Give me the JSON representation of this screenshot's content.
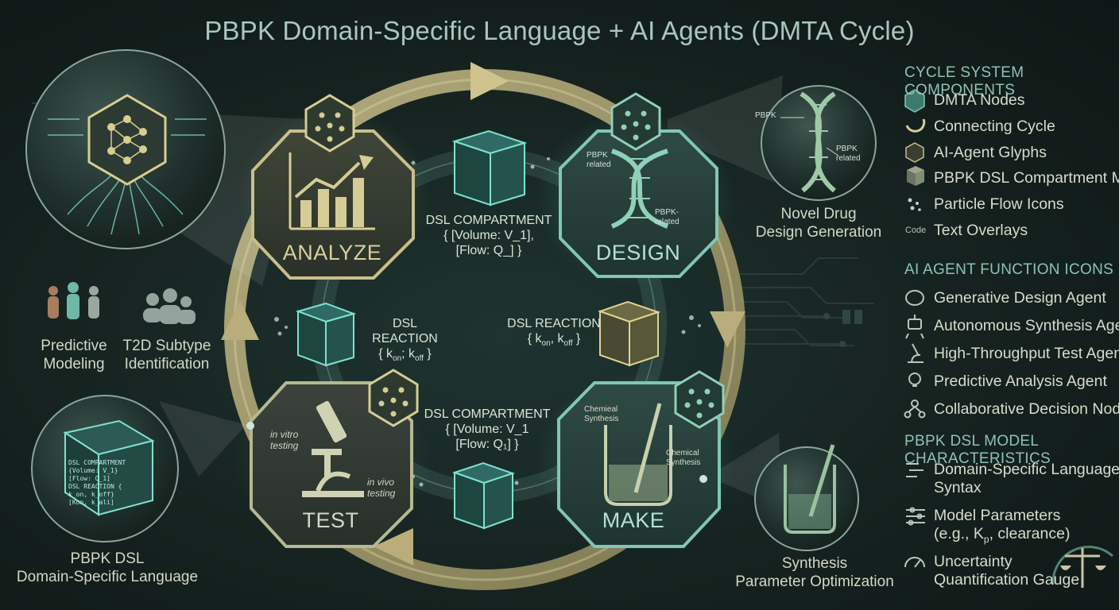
{
  "title": "PBPK Domain-Specific Language + AI Agents (DMTA Cycle)",
  "nodes": {
    "analyze": "ANALYZE",
    "design": "DESIGN",
    "test": "TEST",
    "make": "MAKE"
  },
  "dsl_top": {
    "l1": "DSL COMPARTMENT",
    "l2": "{ [Volume: V_1],",
    "l3": "[Flow: Q_] }"
  },
  "dsl_bottom": {
    "l1": "DSL COMPARTMENT",
    "l2": "{ [Volume: V_1",
    "l3": "[Flow: Q₁] }"
  },
  "dsl_reaction_left": {
    "l1": "DSL REACTION",
    "l2": "{ k",
    "sub1": "on",
    "mid": "; k",
    "sub2": "off",
    "end": " }"
  },
  "dsl_reaction_right": {
    "l1": "DSL REACTION",
    "l2": "{ k",
    "sub1": "on",
    "mid": ", k",
    "sub2": "off",
    "end": " }"
  },
  "annotations": {
    "in_vitro": "in vitro testing",
    "in_vivo": "in vivo testing",
    "chemical_synthesis": "Chemieal Synthesis",
    "chemical_synthesis_2": "Chemical Synthesis",
    "pbpk_related_1": "PBPK related",
    "pbpk_related_2": "PBPK- related",
    "pbpk_dna_top": "PBPK",
    "pbpk_dna_right": "PBPK related"
  },
  "side": {
    "novel_drug": [
      "Novel Drug",
      "Design Generation"
    ],
    "predictive": [
      "Predictive",
      "Modeling"
    ],
    "t2d": [
      "T2D Subtype",
      "Identification"
    ],
    "pbpk_dsl": [
      "PBPK DSL",
      "Domain-Specific Language"
    ],
    "synthesis": [
      "Synthesis",
      "Parameter Optimization"
    ]
  },
  "cube_code": {
    "left_big": [
      "DSL COMPARTMENT",
      "{Volume: V_1}",
      "[Flow: Q_1]",
      "DSL REACTION {",
      "k_on, k_off}",
      "[Kon, k_ali]"
    ]
  },
  "legend": {
    "components_head": "CYCLE SYSTEM COMPONENTS",
    "components": [
      {
        "icon": "hexagon-icon",
        "label": "DMTA Nodes"
      },
      {
        "icon": "cycle-icon",
        "label": "Connecting Cycle"
      },
      {
        "icon": "ai-glyph-icon",
        "label": "AI-Agent Glyphs"
      },
      {
        "icon": "cube-icon",
        "label": "PBPK DSL Compartment Models"
      },
      {
        "icon": "particles-icon",
        "label": "Particle Flow Icons"
      },
      {
        "icon": "code-icon",
        "label": "Text Overlays",
        "icon_text": "Code"
      }
    ],
    "agents_head": "AI AGENT FUNCTION ICONS",
    "agents": [
      {
        "icon": "brain-icon",
        "label": "Generative Design Agent"
      },
      {
        "icon": "robot-icon",
        "label": "Autonomous Synthesis Agent"
      },
      {
        "icon": "microscope-icon",
        "label": "High-Throughput Test Agent"
      },
      {
        "icon": "bulb-icon",
        "label": "Predictive Analysis Agent"
      },
      {
        "icon": "network-icon",
        "label": "Collaborative Decision Node"
      }
    ],
    "dsl_head": "PBPK DSL MODEL CHARACTERISTICS",
    "dsl": [
      {
        "icon": "syntax-icon",
        "l1": "Domain-Specific Language",
        "l2": "Syntax"
      },
      {
        "icon": "sliders-icon",
        "l1": "Model Parameters",
        "l2a": "(e.g., K",
        "l2sub": "p",
        "l2b": ", clearance)"
      },
      {
        "icon": "gauge-icon",
        "l1": "Uncertainty",
        "l2": "Quantification Gauge"
      }
    ]
  },
  "colors": {
    "gold": "#c2b784",
    "teal": "#7fc7b6",
    "background": "#15221f"
  }
}
